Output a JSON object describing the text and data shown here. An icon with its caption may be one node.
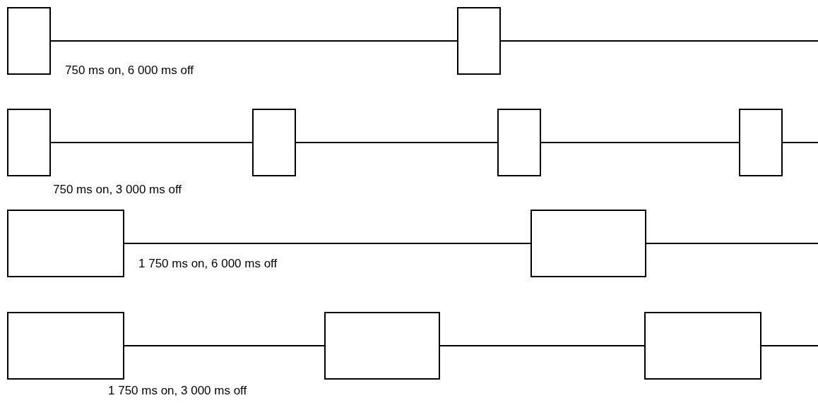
{
  "diagram": {
    "nodes": [
      {
        "text": [],
        "shape": "box"
      },
      {
        "text": [],
        "shape": "box"
      },
      {
        "text": [],
        "shape": "box"
      },
      {
        "text": [],
        "shape": "box"
      },
      {
        "text": [],
        "shape": "box"
      },
      {
        "text": [],
        "shape": "box"
      },
      {
        "text": [],
        "shape": "box"
      },
      {
        "text": [],
        "shape": "box"
      },
      {
        "text": [],
        "shape": "box"
      },
      {
        "text": [],
        "shape": "box"
      },
      {
        "text": [],
        "shape": "box"
      }
    ],
    "edges": [
      {
        "from": 0,
        "to": 1,
        "arrow": "none"
      },
      {
        "from": 1,
        "to": null,
        "arrow": "none"
      },
      {
        "from": 2,
        "to": 3,
        "arrow": "none"
      },
      {
        "from": 3,
        "to": 4,
        "arrow": "none"
      },
      {
        "from": 4,
        "to": 5,
        "arrow": "none"
      },
      {
        "from": 5,
        "to": null,
        "arrow": "none"
      },
      {
        "from": 6,
        "to": 7,
        "arrow": "none"
      },
      {
        "from": 7,
        "to": null,
        "arrow": "none"
      },
      {
        "from": 8,
        "to": 9,
        "arrow": "none"
      },
      {
        "from": 9,
        "to": 10,
        "arrow": "none"
      },
      {
        "from": 10,
        "to": null,
        "arrow": "none"
      }
    ],
    "labels": [
      "750 ms on, 6 000 ms off",
      "750 ms on, 3 000 ms off",
      "1 750 ms on, 6 000 ms off",
      "1 750 ms on, 3 000 ms off"
    ]
  }
}
